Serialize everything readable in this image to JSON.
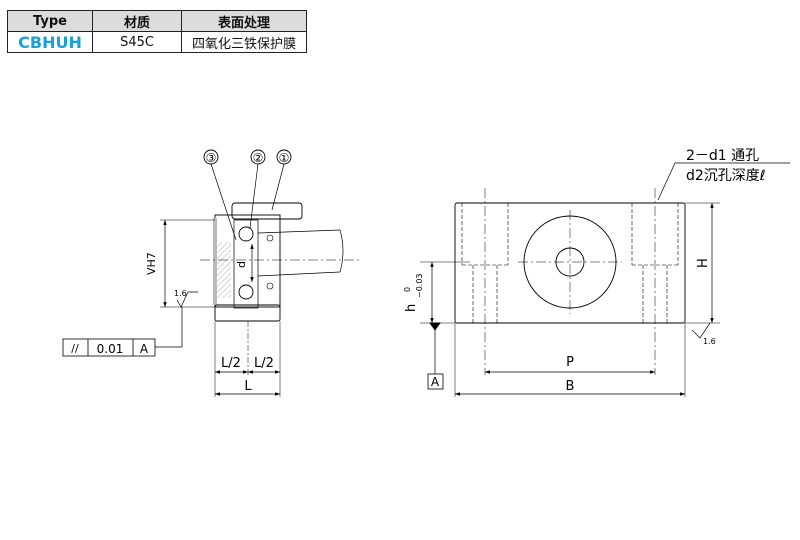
{
  "table": {
    "headers": [
      "Type",
      "材质",
      "表面处理"
    ],
    "row": {
      "type": "CBHUH",
      "material": "S45C",
      "finish": "四氧化三铁保护膜"
    }
  },
  "callouts": [
    "③",
    "②",
    "①"
  ],
  "side_view": {
    "vh7": "VH7",
    "d": "d",
    "roughness": "1.6",
    "tolerance_sym": "//",
    "tolerance_value": "0.01",
    "tolerance_datum": "A",
    "half_left": "L/2",
    "half_right": "L/2",
    "length": "L"
  },
  "front_view": {
    "hole_note_1": "2－d1 通孔",
    "hole_note_2": "d2沉孔深度ℓ",
    "h_label": "h",
    "h_upper": "0",
    "h_lower": "−0.03",
    "H": "H",
    "P": "P",
    "B": "B",
    "datum": "A",
    "roughness": "1.6"
  }
}
